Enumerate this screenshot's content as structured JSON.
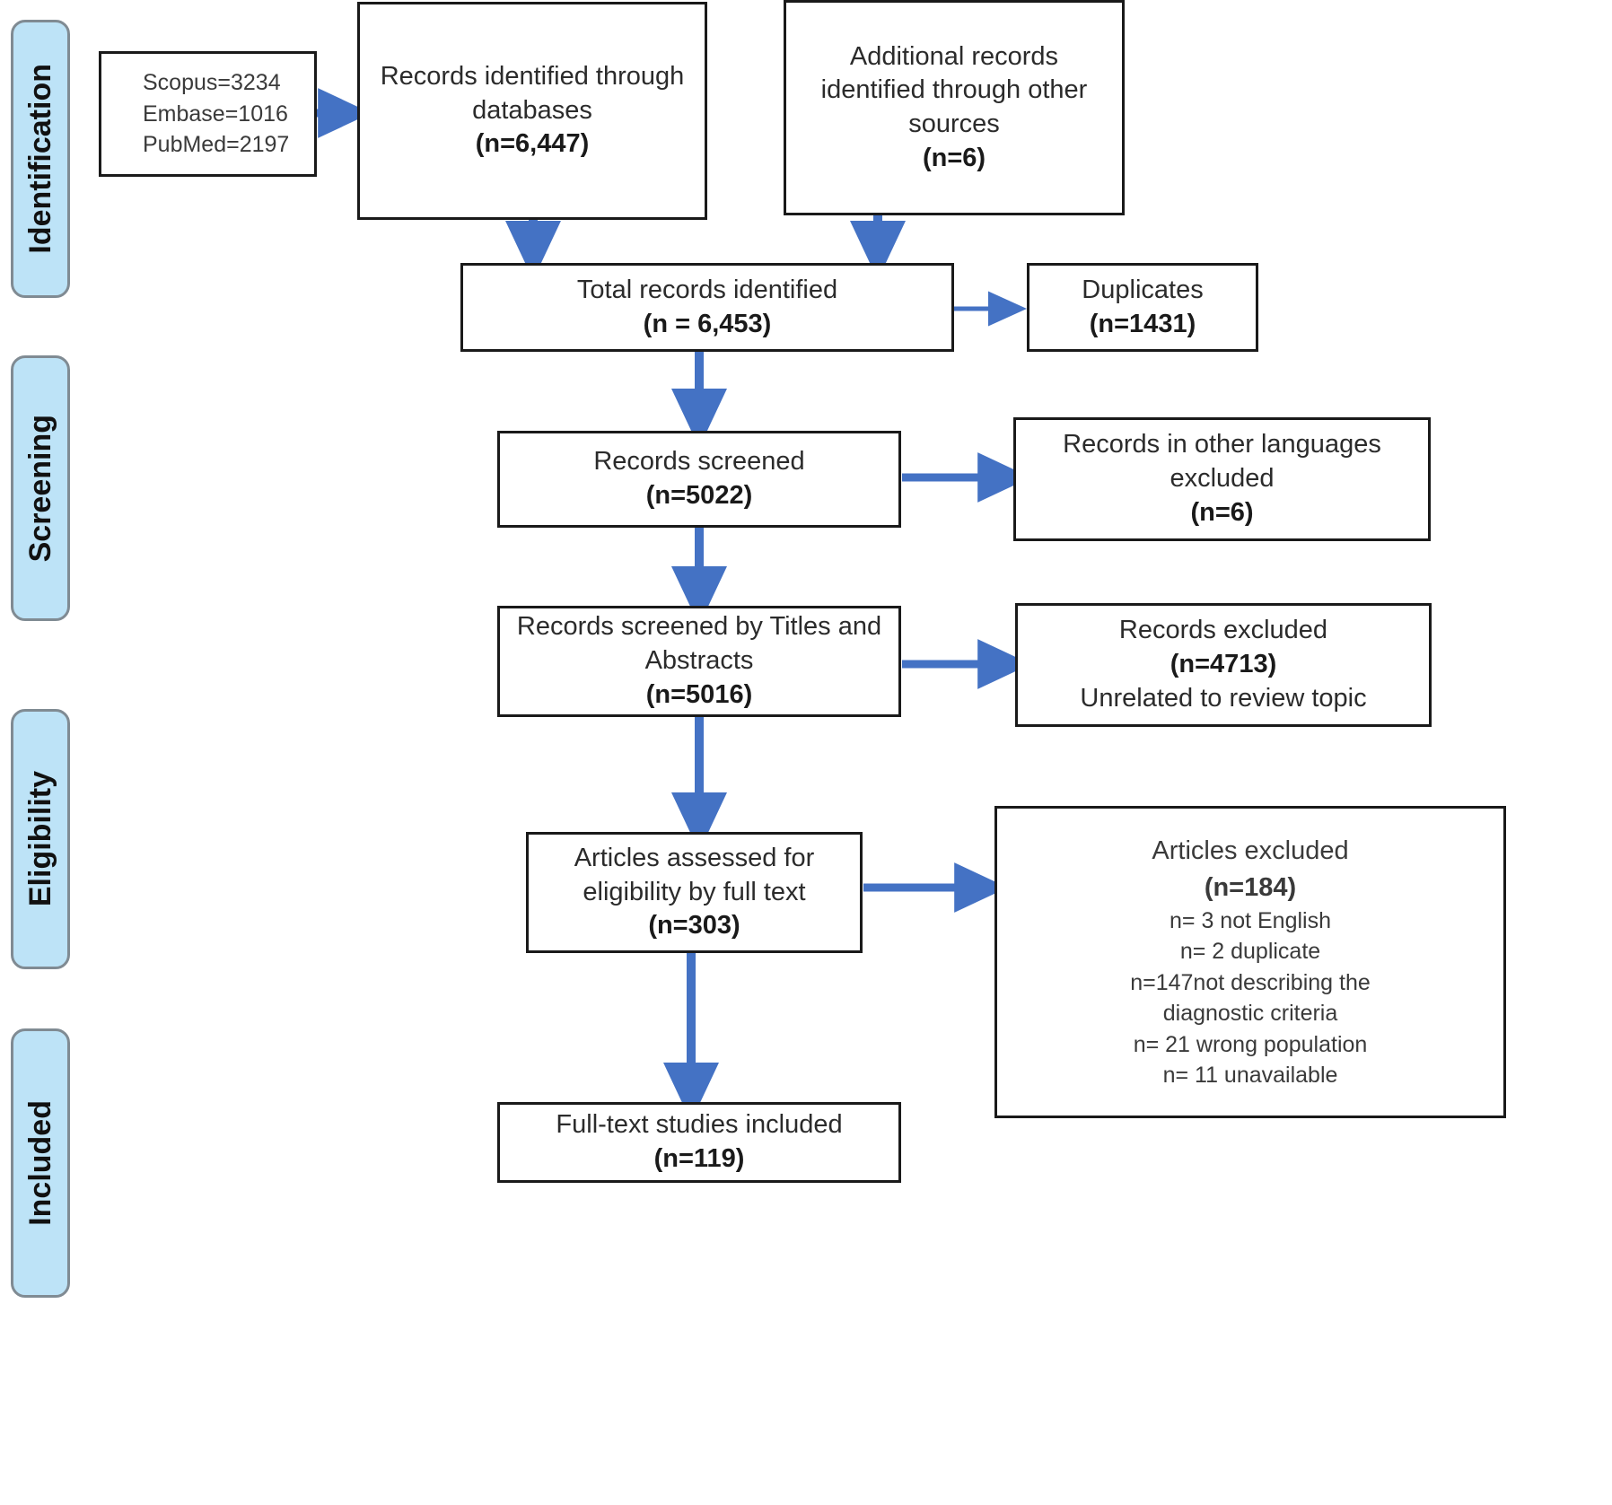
{
  "diagram": {
    "title": "PRISMA flow diagram",
    "accent_color": "#4472C4",
    "stage_fill": "#BDE3F7",
    "stage_border": "#808B93",
    "box_border": "#1A1A1A"
  },
  "stages": [
    {
      "id": "identification",
      "label": "Identification"
    },
    {
      "id": "screening",
      "label": "Screening"
    },
    {
      "id": "eligibility",
      "label": "Eligibility"
    },
    {
      "id": "included",
      "label": "Included"
    }
  ],
  "boxes": {
    "sources": {
      "name": "database-source-counts",
      "lines": [
        {
          "text": "Scopus=3234",
          "bold": false
        },
        {
          "text": "Embase=1016",
          "bold": false
        },
        {
          "text": "PubMed=2197",
          "bold": false
        }
      ]
    },
    "databases": {
      "name": "records-identified-databases",
      "lines": [
        {
          "text": "Records identified through",
          "bold": false
        },
        {
          "text": "databases",
          "bold": false
        },
        {
          "text": "(n=6,447)",
          "bold": true
        }
      ]
    },
    "other_sources": {
      "name": "additional-records-other-sources",
      "lines": [
        {
          "text": "Additional records",
          "bold": false
        },
        {
          "text": "identified through other",
          "bold": false
        },
        {
          "text": "sources",
          "bold": false
        },
        {
          "text": "(n=6)",
          "bold": true
        }
      ]
    },
    "total": {
      "name": "total-records-identified",
      "lines": [
        {
          "text": "Total records identified",
          "bold": false
        },
        {
          "text": "(n = 6,453)",
          "bold": true
        }
      ]
    },
    "duplicates": {
      "name": "duplicates-removed",
      "lines": [
        {
          "text": "Duplicates",
          "bold": false
        },
        {
          "text": "(n=1431)",
          "bold": true
        }
      ]
    },
    "screened": {
      "name": "records-screened",
      "lines": [
        {
          "text": "Records screened",
          "bold": false
        },
        {
          "text": "(n=5022)",
          "bold": true
        }
      ]
    },
    "other_languages": {
      "name": "records-other-languages-excluded",
      "lines": [
        {
          "text": "Records in other languages",
          "bold": false
        },
        {
          "text": "excluded",
          "bold": false
        },
        {
          "text": "(n=6)",
          "bold": true
        }
      ]
    },
    "titles_abstracts": {
      "name": "records-screened-titles-abstracts",
      "lines": [
        {
          "text": "Records screened by Titles and",
          "bold": false
        },
        {
          "text": "Abstracts",
          "bold": false
        },
        {
          "text": "(n=5016)",
          "bold": true
        }
      ]
    },
    "records_excluded": {
      "name": "records-excluded-unrelated",
      "lines": [
        {
          "text": "Records excluded",
          "bold": false
        },
        {
          "text": "(n=4713)",
          "bold": true
        },
        {
          "text": "Unrelated to review topic",
          "bold": false
        }
      ]
    },
    "full_text_assessed": {
      "name": "articles-assessed-eligibility",
      "lines": [
        {
          "text": "Articles assessed for",
          "bold": false
        },
        {
          "text": "eligibility by full text",
          "bold": false
        },
        {
          "text": "(n=303)",
          "bold": true
        }
      ]
    },
    "articles_excluded": {
      "name": "articles-excluded-with-reasons",
      "lines": [
        {
          "text": "Articles excluded",
          "bold": false
        },
        {
          "text": "(n=184)",
          "bold": true
        },
        {
          "text": "n= 3 not English",
          "bold": false
        },
        {
          "text": "n= 2 duplicate",
          "bold": false
        },
        {
          "text": "n=147not describing the",
          "bold": false
        },
        {
          "text": "diagnostic criteria",
          "bold": false
        },
        {
          "text": "n= 21 wrong population",
          "bold": false
        },
        {
          "text": "n= 11 unavailable",
          "bold": false
        }
      ]
    },
    "included": {
      "name": "full-text-studies-included",
      "lines": [
        {
          "text": "Full-text studies included",
          "bold": false
        },
        {
          "text": "(n=119)",
          "bold": true
        }
      ]
    }
  }
}
